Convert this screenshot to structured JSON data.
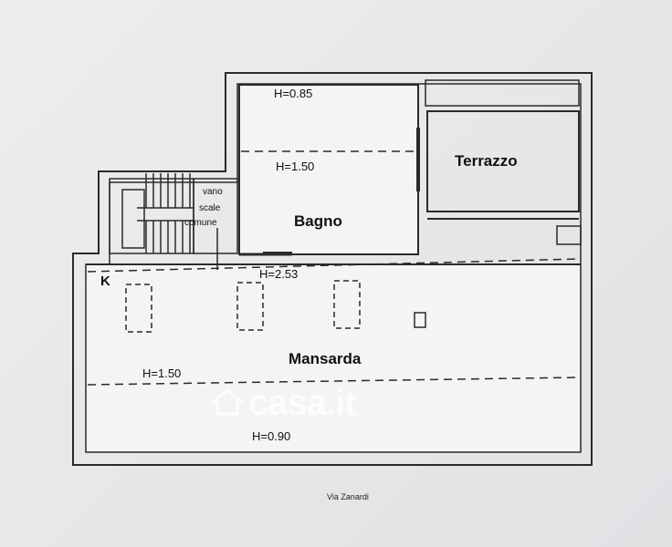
{
  "rooms": {
    "bagno": "Bagno",
    "terrazzo": "Terrazzo",
    "mansarda": "Mansarda",
    "vano_scale_line1": "vano",
    "vano_scale_line2": "scale",
    "vano_scale_line3": "comune"
  },
  "heights": {
    "bagno_top": "H=0.85",
    "bagno_mid": "H=1.50",
    "mansarda_top": "H=2.53",
    "mansarda_mid": "H=1.50",
    "mansarda_bottom": "H=0.90"
  },
  "marker_k": "K",
  "street": "Via Zanardi",
  "watermark": "casa.it",
  "colors": {
    "paper": "#e9e9ea",
    "wall": "#2a2a2a",
    "fill": "#f6f6f7",
    "watermark": "#ffffff"
  }
}
